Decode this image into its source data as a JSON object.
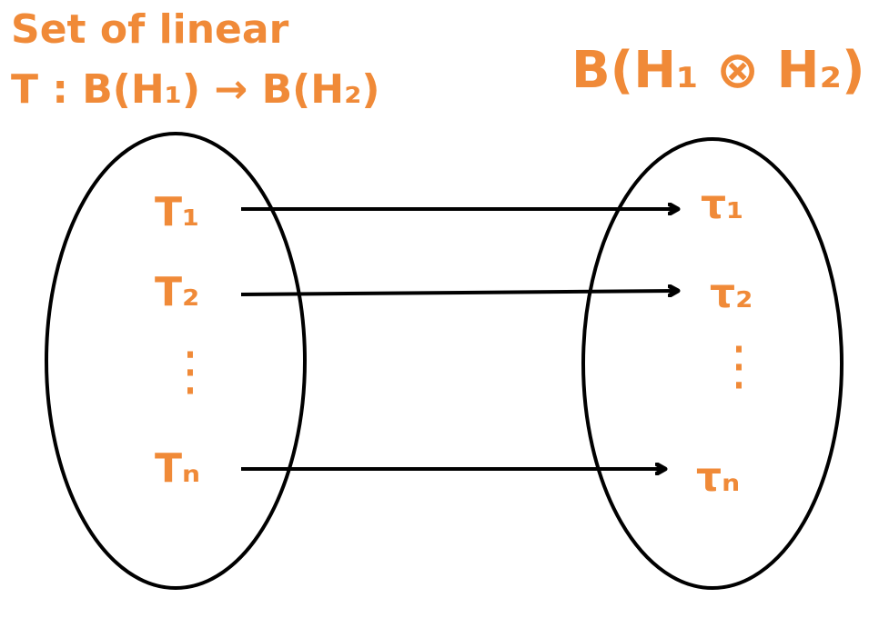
{
  "colors": {
    "ink": "#000000",
    "accent": "#f08a38",
    "background": "#ffffff"
  },
  "left_set": {
    "title_line1": "Set of linear",
    "title_line2": "T : B(H₁) → B(H₂)",
    "items": [
      "T₁",
      "T₂",
      "Tₙ"
    ],
    "dots": "⋮"
  },
  "right_set": {
    "title": "B(H₁ ⊗ H₂)",
    "items": [
      "τ₁",
      "τ₂",
      "τₙ"
    ],
    "dots": "⋮"
  }
}
